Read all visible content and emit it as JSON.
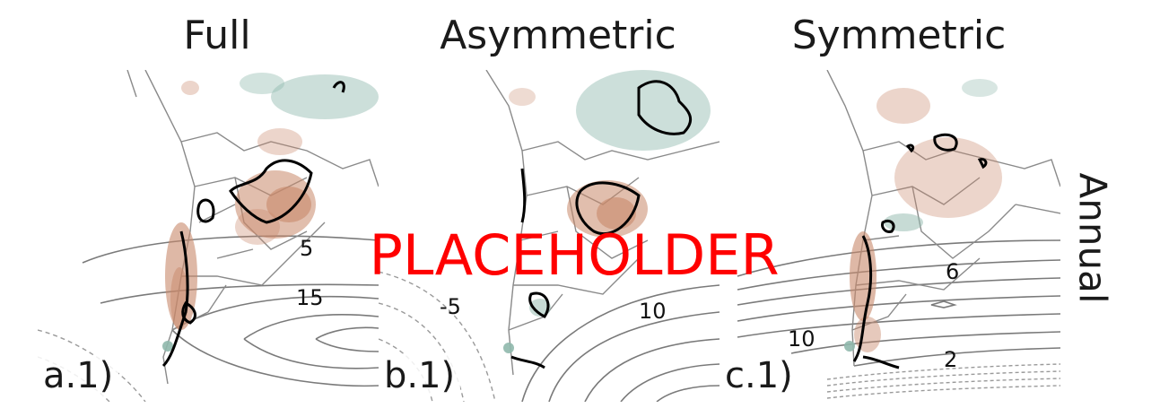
{
  "panels": [
    {
      "title": "Full",
      "label": "a.1)",
      "contour_labels": [
        "5",
        "15"
      ]
    },
    {
      "title": "Asymmetric",
      "label": "b.1)",
      "contour_labels": [
        "-5",
        "10"
      ]
    },
    {
      "title": "Symmetric",
      "label": "c.1)",
      "contour_labels": [
        "6",
        "2",
        "10"
      ]
    }
  ],
  "row_label": "Annual",
  "watermark": "PLACEHOLDER",
  "colors": {
    "positive_shading": "#c8886a",
    "negative_shading": "#8fb8ac",
    "contour_line": "#7a7a7a",
    "significance_line": "#000000",
    "border_line": "#8a8a8a",
    "watermark": "#ff0000"
  }
}
